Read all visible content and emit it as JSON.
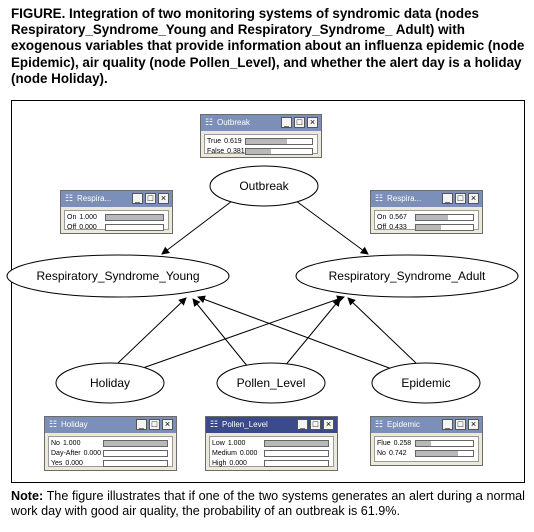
{
  "caption": "FIGURE. Integration of two monitoring systems of syndromic data (nodes Respiratory_Syndrome_Young and Respiratory_Syndrome_ Adult) with exogenous variables that provide information about an influenza epidemic (node Epidemic), air quality (node Pollen_Level), and whether the alert day is a holiday (node Holiday).",
  "note": {
    "label": "Note:",
    "text": " The figure illustrates that if one of the two systems generates an alert during a normal work day with good air quality, the probability of an outbreak is 61.9%."
  },
  "nodes": {
    "outbreak": "Outbreak",
    "young": "Respiratory_Syndrome_Young",
    "adult": "Respiratory_Syndrome_Adult",
    "holiday": "Holiday",
    "pollen": "Pollen_Level",
    "epidemic": "Epidemic"
  },
  "monitors": {
    "outbreak": {
      "title": "Outbreak",
      "states": [
        {
          "name": "True",
          "value": "0.619",
          "p": 0.619
        },
        {
          "name": "False",
          "value": "0.381",
          "p": 0.381
        }
      ]
    },
    "young": {
      "title": "Respira...",
      "states": [
        {
          "name": "On",
          "value": "1.000",
          "p": 1.0
        },
        {
          "name": "Off",
          "value": "0.000",
          "p": 0.0
        }
      ]
    },
    "adult": {
      "title": "Respira...",
      "states": [
        {
          "name": "On",
          "value": "0.567",
          "p": 0.567
        },
        {
          "name": "Off",
          "value": "0.433",
          "p": 0.433
        }
      ]
    },
    "holiday": {
      "title": "Holiday",
      "states": [
        {
          "name": "No",
          "value": "1.000",
          "p": 1.0
        },
        {
          "name": "Day-After",
          "value": "0.000",
          "p": 0.0
        },
        {
          "name": "Yes",
          "value": "0.000",
          "p": 0.0
        }
      ]
    },
    "pollen": {
      "title": "Pollen_Level",
      "states": [
        {
          "name": "Low",
          "value": "1.000",
          "p": 1.0
        },
        {
          "name": "Medium",
          "value": "0.000",
          "p": 0.0
        },
        {
          "name": "High",
          "value": "0.000",
          "p": 0.0
        }
      ]
    },
    "epidemic": {
      "title": "Epidemic",
      "states": [
        {
          "name": "Flue",
          "value": "0.258",
          "p": 0.258
        },
        {
          "name": "No",
          "value": "0.742",
          "p": 0.742
        }
      ]
    }
  },
  "window_icons": {
    "app": "network-app-icon",
    "minimize": "minimize-icon",
    "maximize": "maximize-icon",
    "close": "close-icon"
  }
}
